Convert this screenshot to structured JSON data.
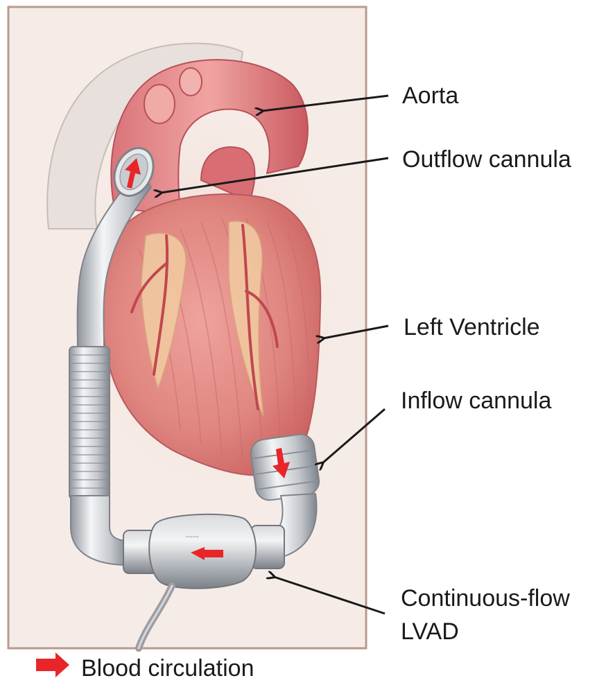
{
  "labels": {
    "aorta": "Aorta",
    "outflow_cannula": "Outflow cannula",
    "left_ventricle": "Left Ventricle",
    "inflow_cannula": "Inflow cannula",
    "lvad_line1": "Continuous-flow",
    "lvad_line2": "LVAD"
  },
  "legend": {
    "text": "Blood circulation",
    "color": "#e8262a"
  },
  "colors": {
    "frame_bg": "#f6ece7",
    "frame_border": "#b89a8c",
    "heart": "#e07a7a",
    "heart_dark": "#c85a5e",
    "fat": "#f0c9a0",
    "device_metal": "#b9bcc2",
    "flow_arrow": "#e8262a",
    "pointer_arrow": "#1a1a1a"
  }
}
